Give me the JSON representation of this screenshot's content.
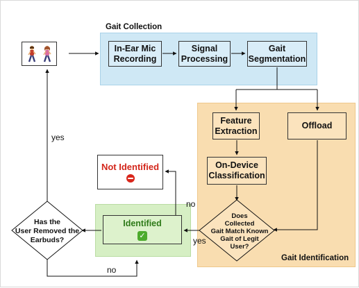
{
  "regions": {
    "gait_collection": "Gait Collection",
    "gait_identification": "Gait Identification"
  },
  "input": {
    "icon": "two-walking-people-icon"
  },
  "boxes": {
    "mic": [
      "In-Ear Mic",
      "Recording"
    ],
    "signal": [
      "Signal",
      "Processing"
    ],
    "segmentation": [
      "Gait",
      "Segmentation"
    ],
    "feature": [
      "Feature",
      "Extraction"
    ],
    "offload": "Offload",
    "ondevice": [
      "On-Device",
      "Classification"
    ],
    "identified": "Identified",
    "not_identified": "Not Identified"
  },
  "decisions": {
    "match": [
      "Does",
      "Collected",
      "Gait Match Known",
      "Gait of Legit",
      "User?"
    ],
    "removed": [
      "Has the",
      "User Removed the",
      "Earbuds?"
    ]
  },
  "labels": {
    "yes_top": "yes",
    "no_right": "no",
    "yes_right": "yes",
    "no_bottom": "no"
  },
  "colors": {
    "collection_bg": "#cfe8f5",
    "identification_bg": "#f9ddb0",
    "identified_bg": "#d6efc4",
    "not_identified_text": "#d3261b",
    "identified_text": "#2e7a19"
  }
}
